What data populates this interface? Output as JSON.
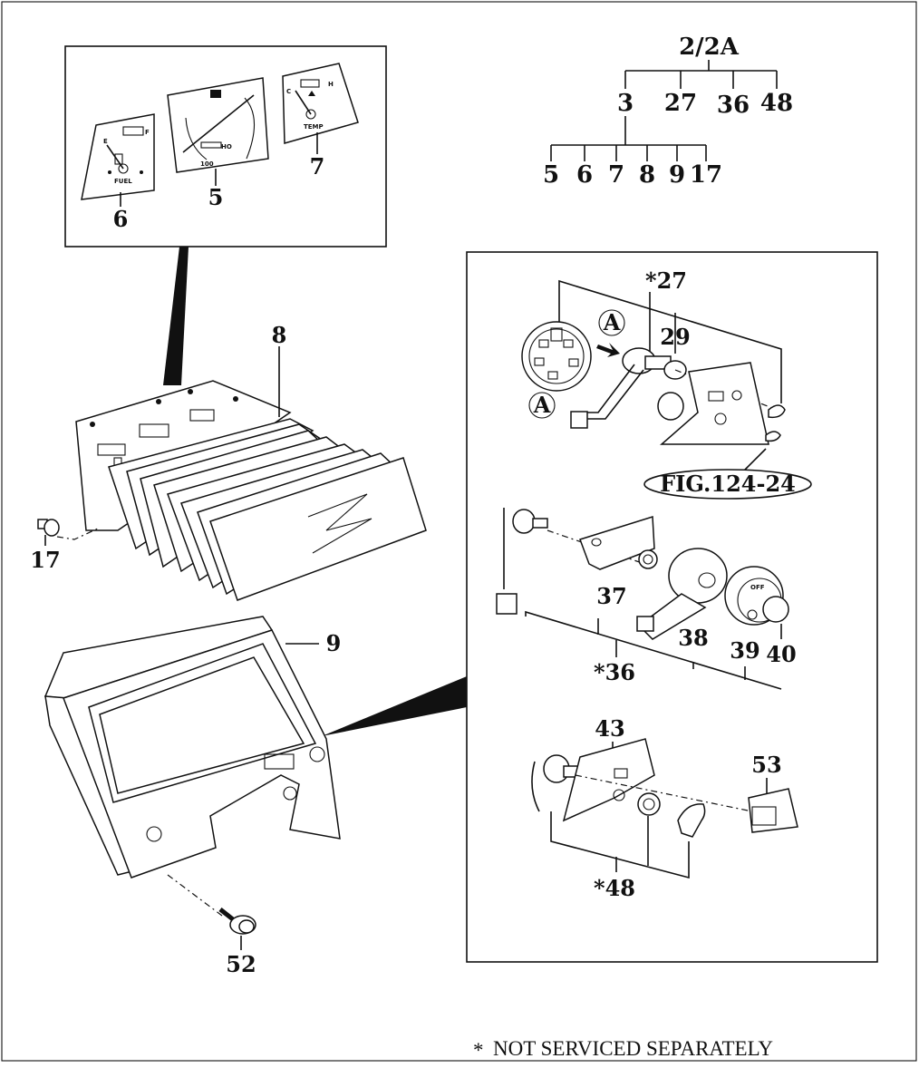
{
  "hierarchy": {
    "root": "2/2A",
    "level1": [
      "3",
      "27",
      "36",
      "48"
    ],
    "level2": [
      "5",
      "6",
      "7",
      "8",
      "9",
      "17"
    ]
  },
  "inset_gauges": {
    "fuel_number": "6",
    "fuel_text": "FUEL",
    "fuel_e": "E",
    "fuel_f": "F",
    "meter_number": "5",
    "meter_unit": "HO",
    "meter_scale_top": "100",
    "temp_number": "7",
    "temp_text": "TEMP",
    "temp_h": "H",
    "temp_c": "C"
  },
  "main_labels": {
    "cluster": "8",
    "bezel": "9",
    "bulb": "17",
    "screw": "52"
  },
  "detail_box": {
    "switch_assy": "*27",
    "switch_body": "29",
    "marker_a": "A",
    "fig_ref": "FIG.124-24",
    "knob_nut": "37",
    "knob_assy": "*36",
    "knob_base": "38",
    "knob_ring": "39",
    "knob_cap": "40",
    "off_text": "OFF",
    "plate": "43",
    "lower_assy": "*48",
    "cover": "53"
  },
  "footer": {
    "asterisk": "*",
    "note": "NOT SERVICED SEPARATELY"
  }
}
